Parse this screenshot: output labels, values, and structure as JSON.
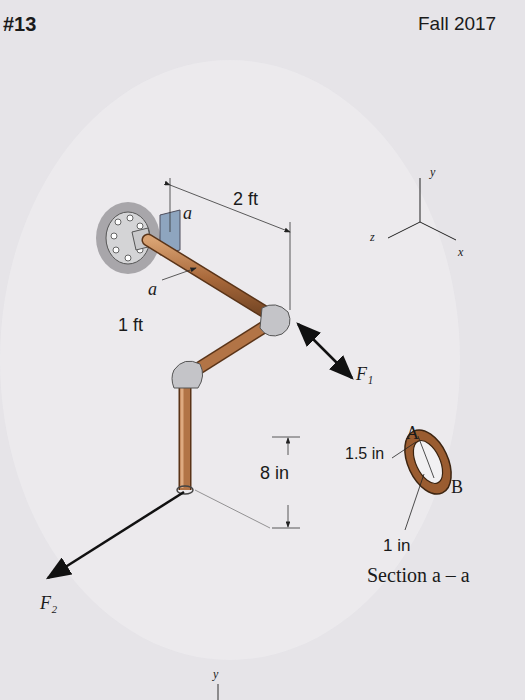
{
  "diagram": {
    "labels": [
      "#13",
      "Fall 2017",
      "y",
      "z",
      "x",
      "2 ft",
      "a",
      "a",
      "1 ft",
      "F₁",
      "1.5 in",
      "A",
      "8 in",
      "B",
      "1 in",
      "Section a – a",
      "F₂",
      "y"
    ]
  }
}
